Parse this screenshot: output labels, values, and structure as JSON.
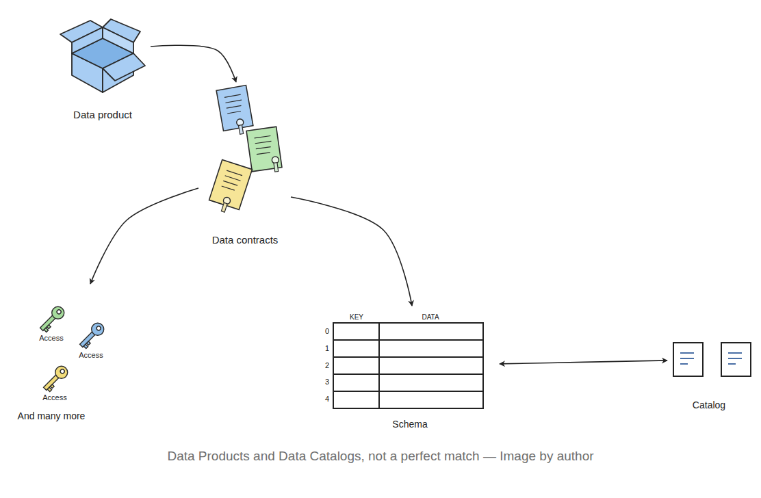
{
  "diagram": {
    "caption": "Data Products and Data Catalogs, not a perfect match — Image by author",
    "nodes": [
      {
        "text": [
          "Data product"
        ]
      },
      {
        "text": [
          "Data contracts"
        ]
      },
      {
        "text": [
          "Access",
          "Access",
          "Access",
          "And many more"
        ]
      },
      {
        "text": [
          "KEY",
          "DATA",
          "0",
          "1",
          "2",
          "3",
          "4",
          "Schema"
        ]
      },
      {
        "text": [
          "Catalog"
        ]
      }
    ],
    "edges": [
      {
        "from": 0,
        "to": 1,
        "arrow": "to"
      },
      {
        "from": 1,
        "to": 2,
        "arrow": "to"
      },
      {
        "from": 1,
        "to": 3,
        "arrow": "to"
      },
      {
        "from": 3,
        "to": 4,
        "arrow": "both"
      }
    ]
  }
}
